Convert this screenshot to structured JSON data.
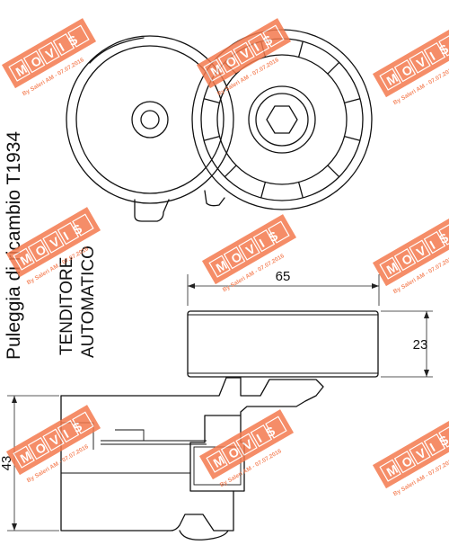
{
  "captions": {
    "title": "Puleggia di ricambio T1934",
    "subtitle_line1": "TENDITORE",
    "subtitle_line2": "AUTOMATICO"
  },
  "dimensions": {
    "pulley_width": "65",
    "pulley_height": "23",
    "body_height": "43"
  },
  "watermark": {
    "brand": "MOVIS",
    "credit": "By Saleri AM - 07.07.2016",
    "color": "#f47a4e"
  },
  "stamps": [
    "s1",
    "s2",
    "s3",
    "s4",
    "s5",
    "s6",
    "s7",
    "s8"
  ]
}
